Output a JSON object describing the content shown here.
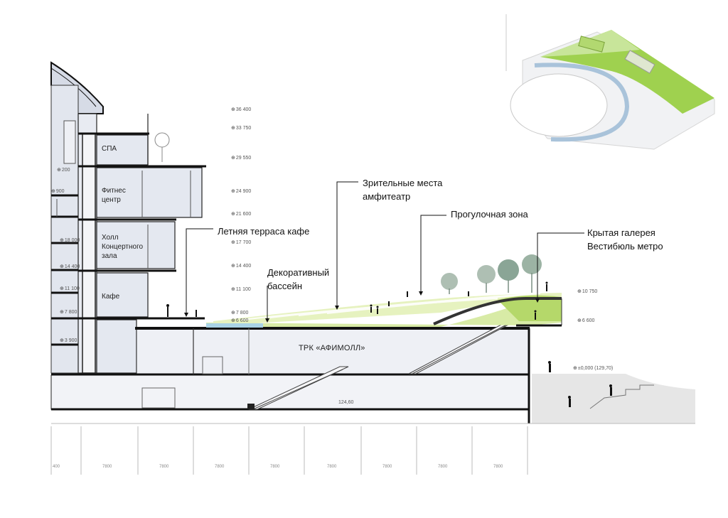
{
  "rooms": {
    "spa": "СПА",
    "fitness": [
      "Фитнес",
      "центр"
    ],
    "hall": [
      "Холл",
      "Концертного",
      "зала"
    ],
    "cafe": "Кафе"
  },
  "callouts": {
    "seats": [
      "Зрительные места",
      "амфитеатр"
    ],
    "promenade": "Прогулочная зона",
    "gallery": [
      "Крытая галерея",
      "Вестибюль метро"
    ],
    "terrace": "Летняя терраса кафе",
    "pool": [
      "Декоративный",
      "бассейн"
    ]
  },
  "mall": {
    "name": "ТРК «АФИМОЛЛ»",
    "basement_level": "124,60"
  },
  "levels_center": [
    "36 400",
    "33 750",
    "29 550",
    "24 900",
    "21 600",
    "17 700",
    "14 400",
    "11 100",
    "7 800",
    "6 600"
  ],
  "levels_left": [
    "18 000",
    "14 400",
    "11 100",
    "7 800",
    "3 900"
  ],
  "levels_left_partial": [
    "200",
    "900"
  ],
  "levels_right": [
    "10 750",
    "6 600",
    "±0,000 (129,70)"
  ],
  "bottom_ticks": [
    "400",
    "7800",
    "7800",
    "7800",
    "7800",
    "7800",
    "7800",
    "7800",
    "7800"
  ],
  "colors": {
    "green_light": "#d8eba6",
    "green_mid": "#b5d86a",
    "water": "#a9d3e6",
    "structure": "#1a1a1a",
    "room_fill": "#e4e8f0",
    "mall_fill": "#eef0f5",
    "ground": "#e6e6e6"
  }
}
